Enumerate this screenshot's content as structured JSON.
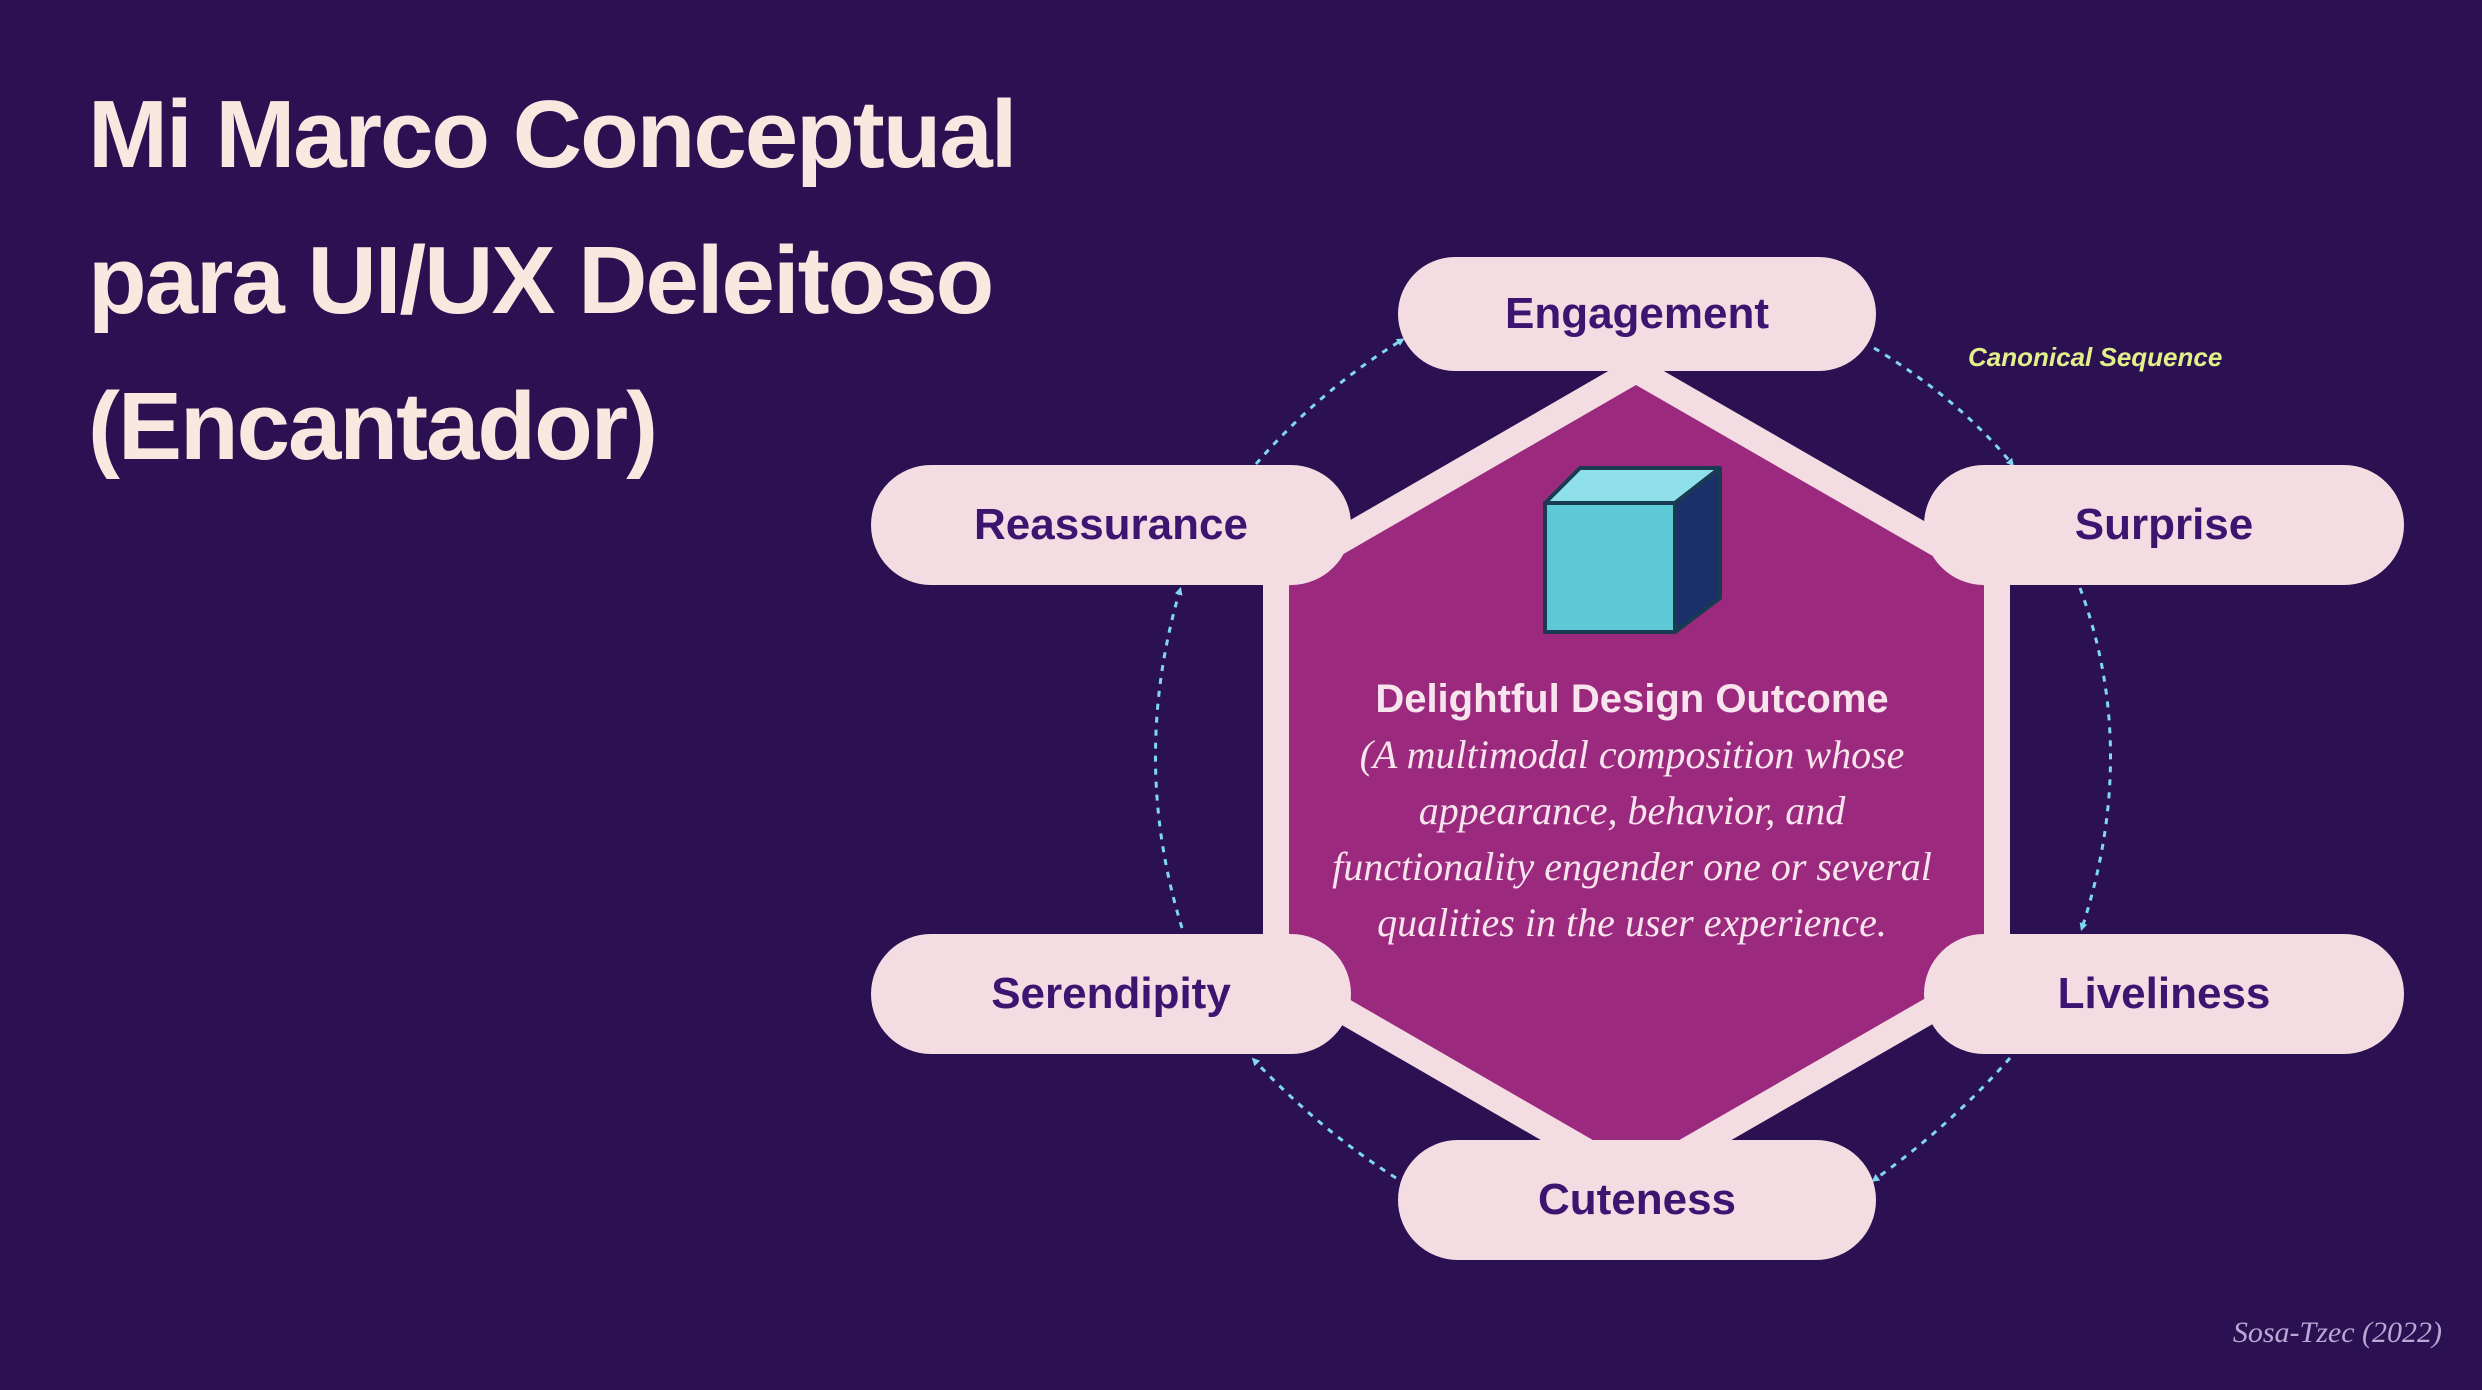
{
  "title": {
    "line1": "Mi Marco Conceptual",
    "line2": "para UI/UX Deleitoso",
    "line3": "(Encantador)"
  },
  "center": {
    "title": "Delightful Design Outcome",
    "description_lines": [
      "(A multimodal composition whose",
      "appearance, behavior, and",
      "functionality engender one or several",
      "qualities in the user experience."
    ],
    "icon": "cube-icon"
  },
  "qualities": {
    "engagement": "Engagement",
    "surprise": "Surprise",
    "liveliness": "Liveliness",
    "cuteness": "Cuteness",
    "serendipity": "Serendipity",
    "reassurance": "Reassurance"
  },
  "sequence_label": "Canonical Sequence",
  "credit": "Sosa-Tzec (2022)",
  "colors": {
    "background": "#2b1052",
    "title": "#f7e9e0",
    "hexagon_fill": "#9b2a7f",
    "hexagon_border": "#f3dde3",
    "pill_fill": "#f3dde3",
    "pill_text": "#3d1470",
    "arrow": "#7fd8ec",
    "sequence_label": "#e2f08a",
    "cube_front": "#5ec9d6",
    "cube_side": "#1b2f6b",
    "credit": "#b7a8d4"
  }
}
